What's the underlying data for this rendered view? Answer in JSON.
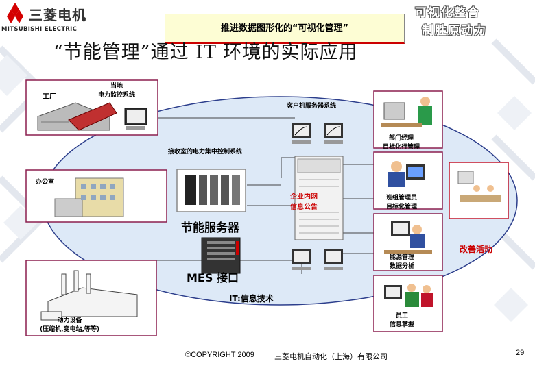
{
  "header": {
    "company_cn": "三菱电机",
    "company_en": "MITSUBISHI ELECTRIC",
    "slogan_line1": "可视化整合",
    "slogan_line2": "制胜原动力",
    "banner": "推进数据图形化的“可视化管理”",
    "title": "“节能管理”通过 IT 环境的实际应用"
  },
  "diagram": {
    "factory_label": "工厂",
    "local_monitor_label": "当地\n电力监控系统",
    "client_system_label": "客户机服务器系统",
    "dept_manager_label": "部门经理\n目标化行管理",
    "power_center_label": "接收室的电力集中控制系统",
    "office_label": "办公室",
    "intranet_label": "企业内网\n信息公告",
    "team_manager_label": "班组管理员\n目标化管理",
    "energy_server_label": "节能服务器",
    "improvement_label": "改善活动",
    "energy_admin_label": "能源管理\n数据分析",
    "mes_label": "MES 接口",
    "it_label": "IT:信息技术",
    "power_equipment_label": "动力设备\n(压缩机,变电站,等等)",
    "staff_label": "员工\n信息掌握"
  },
  "footer": {
    "copyright": "©COPYRIGHT 2009",
    "company_full": "三菱电机自动化（上海）有限公司",
    "page_number": "29"
  },
  "colors": {
    "accent_red": "#c0142a",
    "box_border": "#8b1f4f",
    "ellipse_fill": "#dde9f7",
    "logo_red": "#d40000"
  }
}
